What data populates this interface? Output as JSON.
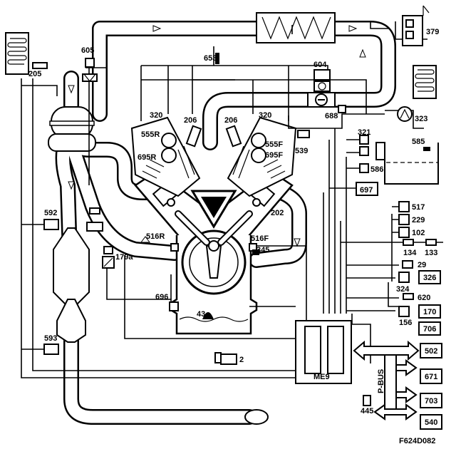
{
  "diagram": {
    "figure_code": "F624D082",
    "ecu_label": "ME9",
    "bus_label": "P-BUS",
    "components": {
      "c205": "205",
      "c605": "605",
      "c653": "653",
      "c604": "604",
      "c379": "379",
      "c688": "688",
      "c323": "323",
      "c320_left": "320",
      "c320_right": "320",
      "c206_left": "206",
      "c206_right": "206",
      "c555R": "555R",
      "c555F": "555F",
      "c695R": "695R",
      "c695F": "695F",
      "c539": "539",
      "c321": "321",
      "c585": "585",
      "c586": "586",
      "c697": "697",
      "c592": "592",
      "c517": "517",
      "c229": "229",
      "c102": "102",
      "c134": "134",
      "c133": "133",
      "c202": "202",
      "c516R": "516R",
      "c516F": "516F",
      "c345": "345",
      "c179a": "179a",
      "c29": "29",
      "c326": "326",
      "c324": "324",
      "c620": "620",
      "c696": "696",
      "c43": "43",
      "c170": "170",
      "c156": "156",
      "c706": "706",
      "c593": "593",
      "c502": "502",
      "c2": "2",
      "c671": "671",
      "c703": "703",
      "c445": "445",
      "c540": "540"
    }
  }
}
